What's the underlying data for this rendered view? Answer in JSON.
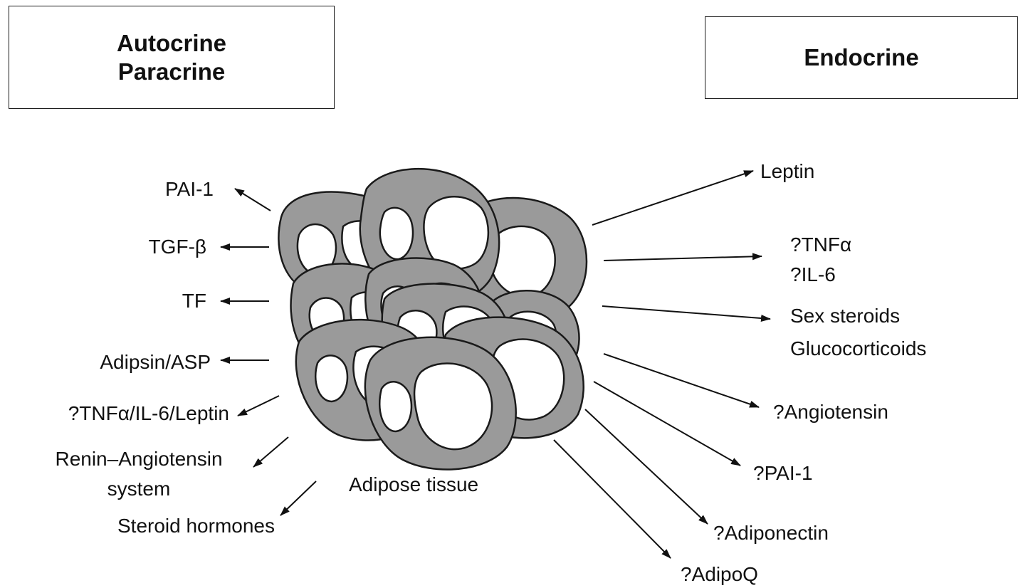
{
  "headers": {
    "left": [
      "Autocrine",
      "Paracrine"
    ],
    "right": "Endocrine"
  },
  "center_label": "Adipose tissue",
  "autocrine_paracrine": [
    "PAI-1",
    "TGF-β",
    "TF",
    "Adipsin/ASP",
    "?TNFα/IL-6/Leptin",
    [
      "Renin–Angiotensin",
      "system"
    ],
    "Steroid hormones"
  ],
  "endocrine": [
    "Leptin",
    [
      "?TNFα",
      "?IL-6"
    ],
    [
      "Sex steroids",
      "Glucocorticoids"
    ],
    "?Angiotensin",
    "?PAI-1",
    "?Adiponectin",
    "?AdipoQ"
  ],
  "colors": {
    "cell_fill": "#9a9a9a",
    "cell_stroke": "#1a1a1a",
    "vacuole_fill": "#ffffff",
    "line": "#111111"
  }
}
